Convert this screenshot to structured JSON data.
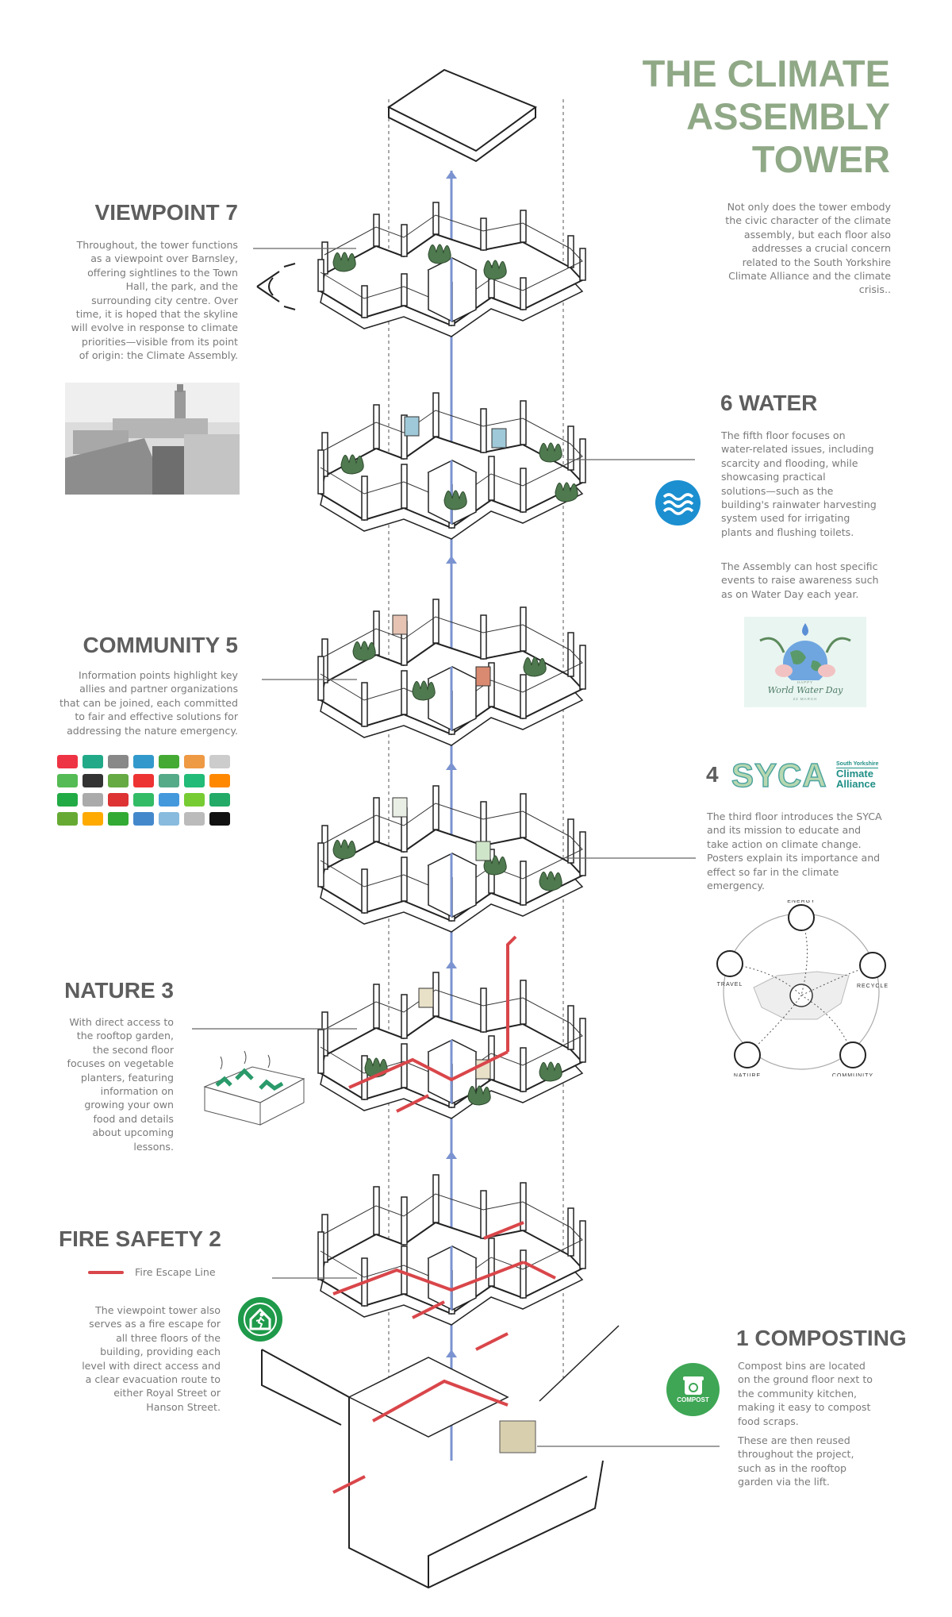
{
  "title": "THE CLIMATE\nASSEMBLY\nTOWER",
  "intro": "Not only does the tower embody\nthe civic character of the climate\nassembly, but each floor also\naddresses a crucial concern\nrelated to the South Yorkshire\nClimate Alliance and the climate\ncrisis..",
  "floors": {
    "viewpoint": {
      "heading": "VIEWPOINT 7",
      "text": "Throughout, the tower functions\nas a viewpoint over Barnsley,\noffering sightlines to the Town\nHall, the park, and the\nsurrounding city centre. Over\ntime, it is hoped that the skyline\nwill evolve in response to climate\npriorities—visible from its point\nof origin: the Climate Assembly."
    },
    "water": {
      "heading": "6 WATER",
      "text": "The fifth floor focuses on\nwater-related issues, including\nscarcity and flooding, while\nshowcasing practical\nsolutions—such as the\nbuilding's rainwater harvesting\nsystem used for irrigating\nplants and flushing toilets.",
      "text2": "The Assembly can host specific\nevents to raise awareness such\nas on Water Day each year.",
      "poster": {
        "top": "HAPPY",
        "main": "World Water Day",
        "date": "22 MARCH"
      }
    },
    "community": {
      "heading": "COMMUNITY 5",
      "text": "Information points highlight key\nallies and partner organizations\nthat can be joined, each committed\nto fair and effective solutions for\naddressing the nature emergency."
    },
    "syca": {
      "heading": "4",
      "logo_word": "SYCA",
      "logo_sub1": "South Yorkshire",
      "logo_sub2": "Climate",
      "logo_sub3": "Alliance",
      "text": "The third floor introduces the SYCA\nand its mission to educate and\ntake action on climate change.\nPosters explain its importance and\neffect so far in the climate\nemergency.",
      "diagram_labels": [
        "ENERGY",
        "RECYCLE",
        "COMMUNITY",
        "NATURE",
        "TRAVEL"
      ]
    },
    "nature": {
      "heading": "NATURE 3",
      "text": "With direct access to\nthe rooftop garden,\nthe second floor\nfocuses on vegetable\nplanters, featuring\ninformation on\ngrowing your own\nfood and details\nabout upcoming\nlessons."
    },
    "fire": {
      "heading": "FIRE SAFETY 2",
      "legend": "Fire Escape Line",
      "text": "The viewpoint tower also\nserves as a fire escape for\nall three floors of the\nbuilding, providing each\nlevel with direct access and\na clear evacuation route to\neither Royal Street or\nHanson Street."
    },
    "composting": {
      "heading": "1 COMPOSTING",
      "icon_label": "COMPOST",
      "text": "Compost bins are located\non the ground floor next to\nthe community kitchen,\nmaking it easy to compost\nfood scraps.",
      "text2": "These are then reused\nthroughout the project,\nsuch as in the rooftop\ngarden via the lift."
    }
  },
  "colors": {
    "title": "#8fa886",
    "heading": "#5e5e5e",
    "body": "#7a7a7a",
    "lift_line": "#7b93d0",
    "fire_line": "#d9464a",
    "plants": "#4f7a4f",
    "water_icon": "#1b8fd0",
    "exit_icon": "#1e9a4a",
    "compost_icon": "#3ea655",
    "syca": "#1f8f86"
  }
}
